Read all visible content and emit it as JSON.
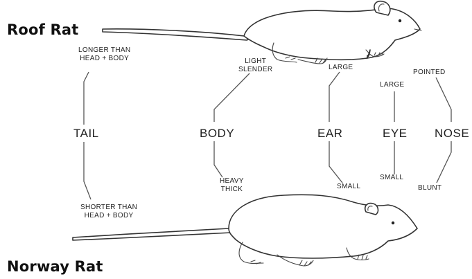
{
  "species": {
    "roof": "Roof Rat",
    "norway": "Norway Rat"
  },
  "features": {
    "tail": "TAIL",
    "body": "BODY",
    "ear": "EAR",
    "eye": "EYE",
    "nose": "NOSE"
  },
  "roof_traits": {
    "tail_line1": "LONGER THAN",
    "tail_line2": "HEAD + BODY",
    "body_line1": "LIGHT",
    "body_line2": "SLENDER",
    "ear": "LARGE",
    "eye": "LARGE",
    "nose": "POINTED"
  },
  "norway_traits": {
    "tail_line1": "SHORTER THAN",
    "tail_line2": "HEAD + BODY",
    "body_line1": "HEAVY",
    "body_line2": "THICK",
    "ear": "SMALL",
    "eye": "SMALL",
    "nose": "BLUNT"
  },
  "illustrations": {
    "roof": "roof-rat-illustration",
    "norway": "norway-rat-illustration"
  }
}
